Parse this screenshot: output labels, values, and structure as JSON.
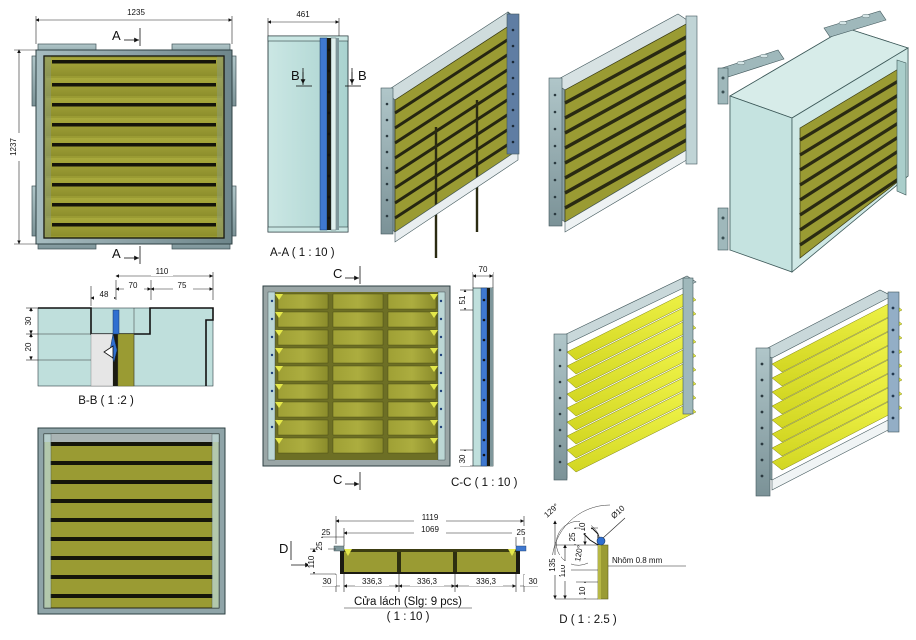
{
  "drawing": {
    "title": "Louver / Damper Assembly Technical Drawing",
    "units": "mm"
  },
  "colors": {
    "louver_olive": "#9a9b33",
    "louver_olive_dark": "#5d5e1c",
    "louver_bright": "#e6ea35",
    "frame_steel": "#8fa4a8",
    "frame_steel_dark": "#5d7276",
    "frame_light": "#c3dbdb",
    "body_mint": "#b9dcd9",
    "accent_blue": "#2f6fd0",
    "line": "#111111"
  },
  "views": {
    "front": {
      "name": "Front view",
      "dim_width": "1235",
      "dim_height": "1237",
      "section_marks": [
        "A",
        "A"
      ],
      "louver_count": 9
    },
    "section_aa": {
      "label": "A-A ( 1 : 10 )",
      "dim_width": "461",
      "section_marks": [
        "B",
        "B"
      ]
    },
    "detail_bb": {
      "label": "B-B ( 1 :2 )",
      "dims": [
        "110",
        "70",
        "75",
        "48",
        "30",
        "20"
      ]
    },
    "rear": {
      "name": "Rear view",
      "section_marks": [
        "C",
        "C"
      ],
      "rows": 9,
      "cols": 3
    },
    "section_cc": {
      "label": "C-C ( 1 : 10 )",
      "dims": [
        "70",
        "51",
        "30"
      ]
    },
    "blade_plan": {
      "label_main": "Cửa lách (Slg: 9 pcs)",
      "label_scale": "( 1 : 10 )",
      "section_mark": "D",
      "dim_overall": "1119",
      "dim_inner": "1069",
      "dim_end_left": "25",
      "dim_end_right": "25",
      "dim_edge_left": "30",
      "dim_edge_right": "30",
      "dim_height": "110",
      "dim_lip": "25",
      "segments": [
        "336,3",
        "336,3",
        "336,3"
      ]
    },
    "detail_d": {
      "label": "D ( 1 : 2.5 )",
      "material_note": "Nhôm 0.8 mm",
      "angle_outer": "129°",
      "angle_inner": "120°",
      "hole": "Ø10",
      "dim_top": "10",
      "dim_25": "25",
      "dim_135": "135",
      "dim_110": "110",
      "dim_bottom": "10"
    },
    "iso_closed_left": {
      "name": "Isometric closed blades"
    },
    "iso_closed_right": {
      "name": "Isometric closed blades angled"
    },
    "iso_housing": {
      "name": "Isometric housing with mounting flanges"
    },
    "iso_open_mid": {
      "name": "Isometric open blades"
    },
    "iso_open_right": {
      "name": "Isometric open blades angled"
    },
    "front_plain": {
      "name": "Front view no frame brackets",
      "louver_count": 9
    }
  }
}
